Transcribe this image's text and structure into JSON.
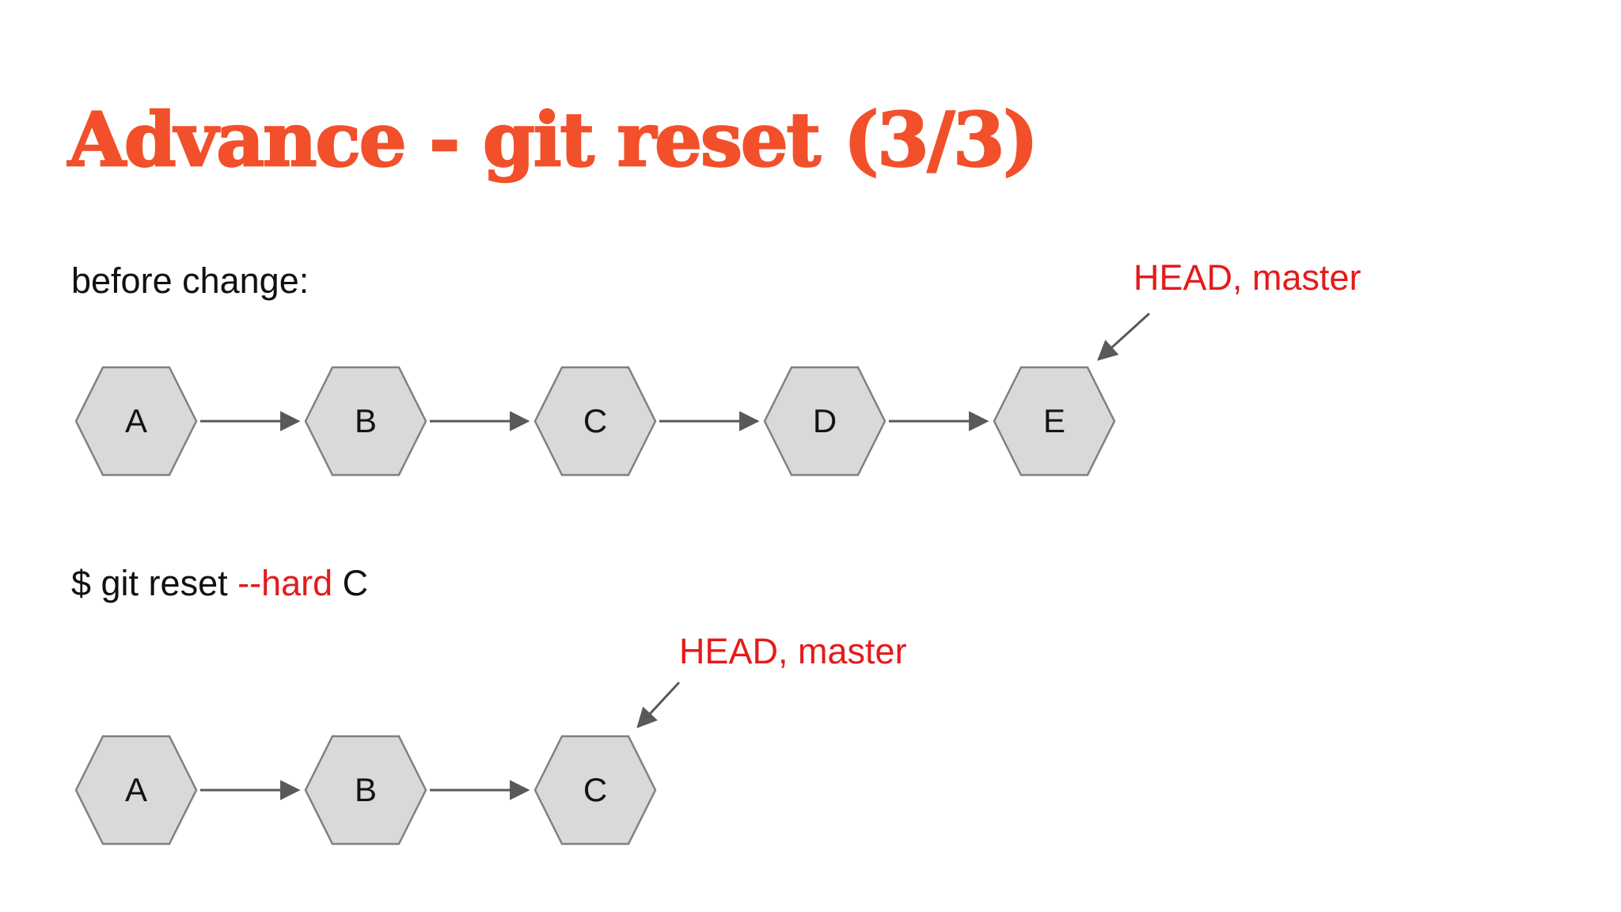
{
  "slide": {
    "title": "Advance - git reset (3/3)",
    "before_section": {
      "caption": "before change:",
      "head_label": "HEAD, master",
      "commits": [
        "A",
        "B",
        "C",
        "D",
        "E"
      ]
    },
    "command": {
      "prefix": "$ git reset ",
      "flag": "--hard",
      "suffix": " C"
    },
    "after_section": {
      "head_label": "HEAD, master",
      "commits": [
        "A",
        "B",
        "C"
      ]
    },
    "colors": {
      "title_orange": "#F1502B",
      "label_red": "#E61A1A",
      "hexagon_fill": "#D9D9D9",
      "hexagon_border": "#808080",
      "arrow_gray": "#595959",
      "text_black": "#111111",
      "background": "#FFFFFF"
    }
  }
}
